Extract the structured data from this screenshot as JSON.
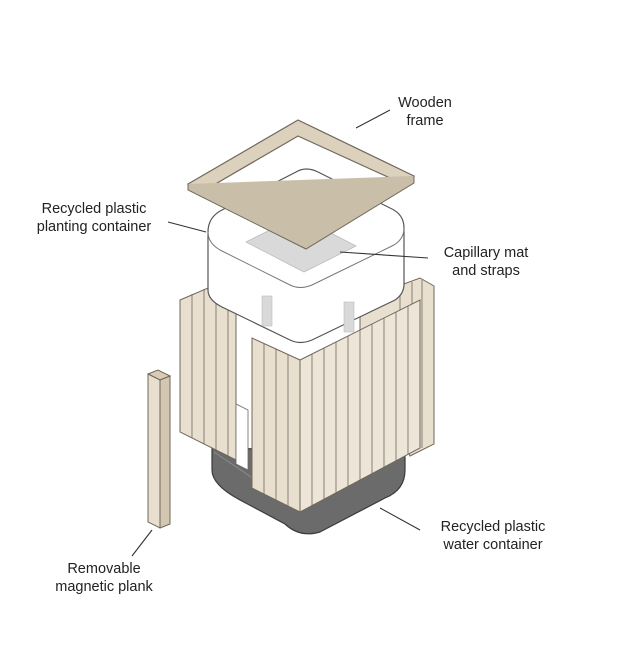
{
  "labels": {
    "wooden_frame": [
      "Wooden",
      "frame"
    ],
    "planting_container": [
      "Recycled plastic",
      "planting container"
    ],
    "capillary_mat": [
      "Capillary mat",
      "and straps"
    ],
    "water_container": [
      "Recycled plastic",
      "water container"
    ],
    "magnetic_plank": [
      "Removable",
      "magnetic plank"
    ]
  },
  "colors": {
    "wood": "#e8dfcf",
    "wood_stroke": "#6f675b",
    "frame_fill": "#dcd1bd",
    "water_container": "#6b6b6b",
    "mat": "#d9d9d9",
    "leader": "#333333"
  }
}
